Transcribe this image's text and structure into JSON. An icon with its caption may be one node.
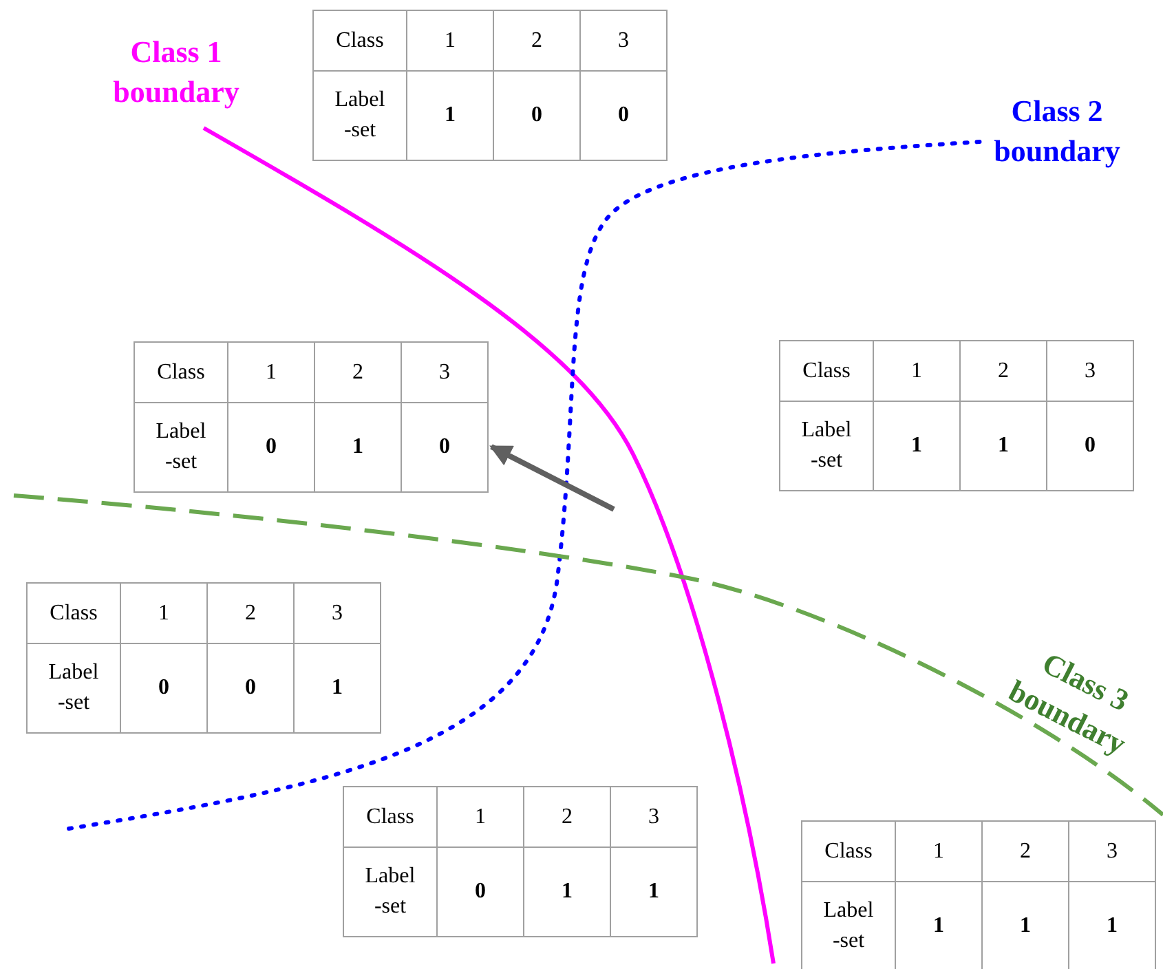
{
  "diagram": {
    "nodes": [
      {
        "text": [
          "Class",
          "1",
          "2",
          "3",
          "Label -set",
          "1",
          "0",
          "0"
        ]
      },
      {
        "text": [
          "Class",
          "1",
          "2",
          "3",
          "Label -set",
          "0",
          "1",
          "0"
        ]
      },
      {
        "text": [
          "Class",
          "1",
          "2",
          "3",
          "Label -set",
          "1",
          "1",
          "0"
        ]
      },
      {
        "text": [
          "Class",
          "1",
          "2",
          "3",
          "Label -set",
          "0",
          "0",
          "1"
        ]
      },
      {
        "text": [
          "Class",
          "1",
          "2",
          "3",
          "Label -set",
          "0",
          "1",
          "1"
        ]
      },
      {
        "text": [
          "Class",
          "1",
          "2",
          "3",
          "Label -set",
          "1",
          "1",
          "1"
        ]
      }
    ],
    "edges": [
      {
        "from": null,
        "to": 1,
        "arrow": "to",
        "color": "#606060"
      }
    ],
    "labels": [
      "Class 1 boundary",
      "Class 2 boundary",
      "Class 3 boundary"
    ]
  }
}
